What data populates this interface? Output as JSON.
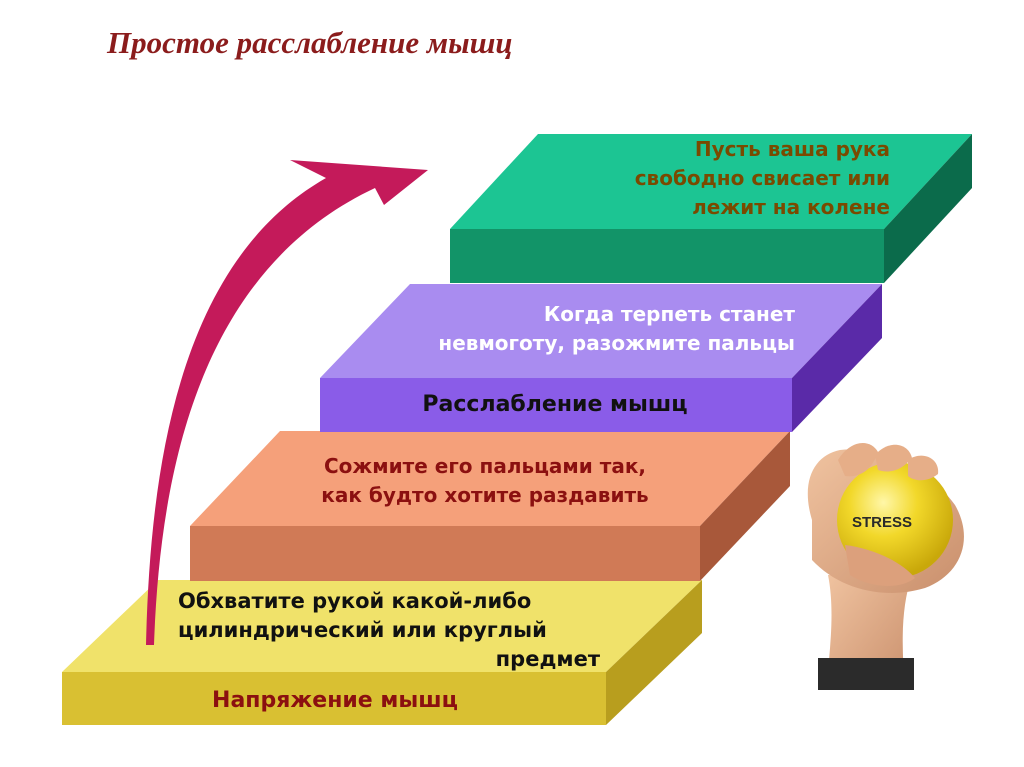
{
  "title": "Простое расслабление мышц",
  "steps": [
    {
      "text_lines": [
        "Обхватите рукой какой-либо",
        "цилиндрический или круглый",
        "предмет"
      ],
      "label": "Напряжение мышц",
      "colors": {
        "top": "#f0e26a",
        "front": "#d9c032",
        "side": "#b89e1e"
      }
    },
    {
      "text_lines": [
        "Сожмите его пальцами так,",
        "как будто хотите раздавить"
      ],
      "colors": {
        "top": "#f5a07a",
        "front": "#d07a56",
        "side": "#a8583a"
      }
    },
    {
      "text_lines": [
        "Когда терпеть станет",
        "невмоготу, разожмите пальцы"
      ],
      "label": "Расслабление мышц",
      "colors": {
        "top": "#a98cf0",
        "front": "#8a5ce8",
        "side": "#5a2aa8"
      }
    },
    {
      "text_lines": [
        "Пусть ваша рука",
        "свободно свисает или",
        "лежит на колене"
      ],
      "colors": {
        "top": "#1cc593",
        "front": "#129468",
        "side": "#0b6b4b"
      }
    }
  ],
  "arrow_color": "#c41a5a",
  "stress_ball": {
    "label": "STRESS",
    "color": "#f2d82a"
  }
}
